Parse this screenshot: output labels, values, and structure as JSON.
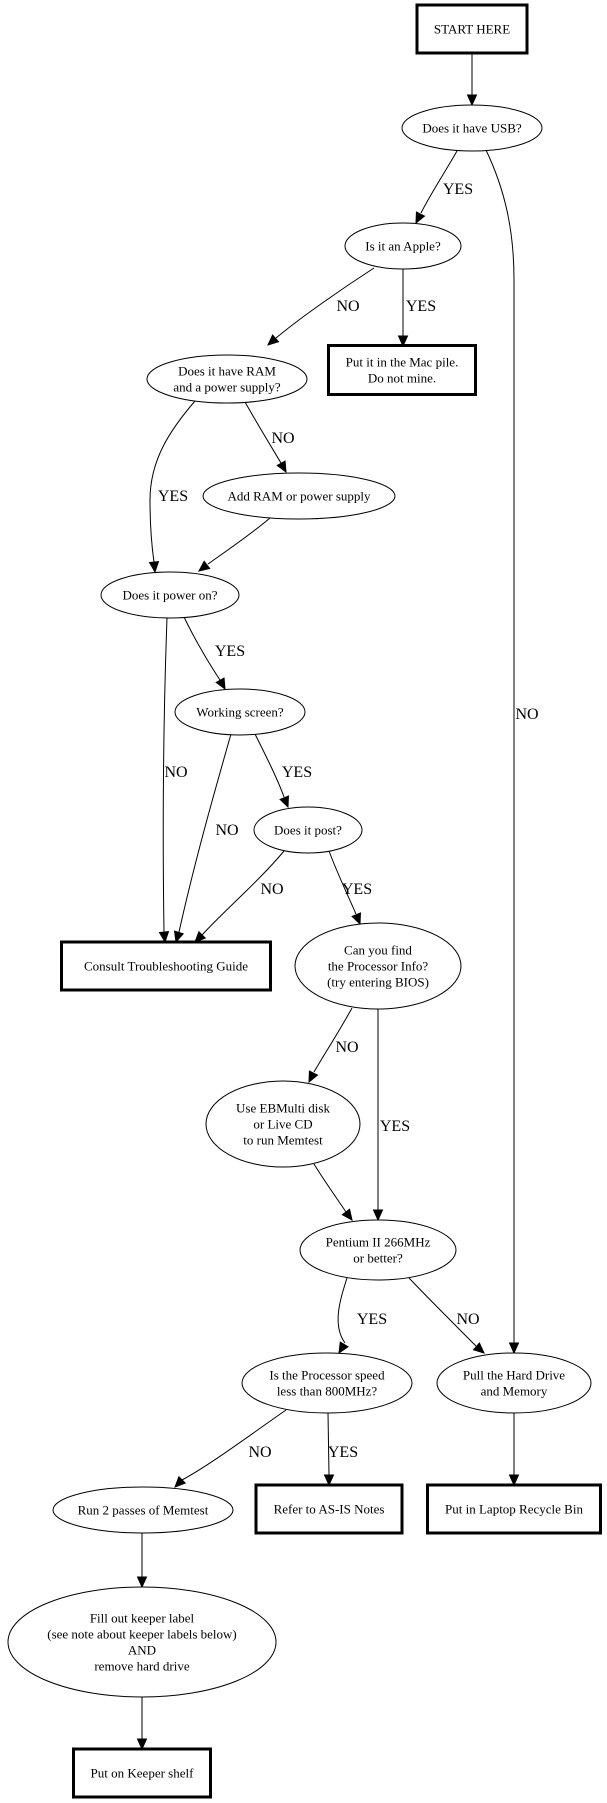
{
  "title": "Computer sorting flowchart",
  "nodes": [
    {
      "id": "start",
      "shape": "box",
      "lines": [
        "START HERE"
      ]
    },
    {
      "id": "usb",
      "shape": "ellipse",
      "lines": [
        "Does it have USB?"
      ]
    },
    {
      "id": "apple",
      "shape": "ellipse",
      "lines": [
        "Is it an Apple?"
      ]
    },
    {
      "id": "mac",
      "shape": "box",
      "lines": [
        "Put it in the Mac pile.",
        "Do not mine."
      ]
    },
    {
      "id": "ram",
      "shape": "ellipse",
      "lines": [
        "Does it have RAM",
        "and a power supply?"
      ]
    },
    {
      "id": "addram",
      "shape": "ellipse",
      "lines": [
        "Add RAM or power supply"
      ]
    },
    {
      "id": "power",
      "shape": "ellipse",
      "lines": [
        "Does it power on?"
      ]
    },
    {
      "id": "screen",
      "shape": "ellipse",
      "lines": [
        "Working screen?"
      ]
    },
    {
      "id": "post",
      "shape": "ellipse",
      "lines": [
        "Does it post?"
      ]
    },
    {
      "id": "trouble",
      "shape": "box",
      "lines": [
        "Consult Troubleshooting Guide"
      ]
    },
    {
      "id": "procinfo",
      "shape": "ellipse",
      "lines": [
        "Can you find",
        "the Processor Info?",
        "(try entering BIOS)"
      ]
    },
    {
      "id": "ebmulti",
      "shape": "ellipse",
      "lines": [
        "Use EBMulti disk",
        "or Live CD",
        "to run Memtest"
      ]
    },
    {
      "id": "pentium",
      "shape": "ellipse",
      "lines": [
        "Pentium II 266MHz",
        "or better?"
      ]
    },
    {
      "id": "speed",
      "shape": "ellipse",
      "lines": [
        "Is the Processor speed",
        "less than 800MHz?"
      ]
    },
    {
      "id": "pull",
      "shape": "ellipse",
      "lines": [
        "Pull the Hard Drive",
        "and Memory"
      ]
    },
    {
      "id": "memtest",
      "shape": "ellipse",
      "lines": [
        "Run 2 passes of Memtest"
      ]
    },
    {
      "id": "asis",
      "shape": "box",
      "lines": [
        "Refer to AS-IS Notes"
      ]
    },
    {
      "id": "recycle",
      "shape": "box",
      "lines": [
        "Put in Laptop Recycle Bin"
      ]
    },
    {
      "id": "keeperlabel",
      "shape": "ellipse",
      "lines": [
        "Fill out keeper label",
        "(see note about keeper labels below)",
        "AND",
        "remove hard drive"
      ]
    },
    {
      "id": "keepershelf",
      "shape": "box",
      "lines": [
        "Put on Keeper shelf"
      ]
    }
  ],
  "edges": [
    {
      "from": "start",
      "to": "usb",
      "label": ""
    },
    {
      "from": "usb",
      "to": "apple",
      "label": "YES"
    },
    {
      "from": "usb",
      "to": "pull",
      "label": "NO"
    },
    {
      "from": "apple",
      "to": "ram",
      "label": "NO"
    },
    {
      "from": "apple",
      "to": "mac",
      "label": "YES"
    },
    {
      "from": "ram",
      "to": "power",
      "label": "YES"
    },
    {
      "from": "ram",
      "to": "addram",
      "label": "NO"
    },
    {
      "from": "addram",
      "to": "power",
      "label": ""
    },
    {
      "from": "power",
      "to": "trouble",
      "label": "NO"
    },
    {
      "from": "power",
      "to": "screen",
      "label": "YES"
    },
    {
      "from": "screen",
      "to": "trouble",
      "label": "NO"
    },
    {
      "from": "screen",
      "to": "post",
      "label": "YES"
    },
    {
      "from": "post",
      "to": "trouble",
      "label": "NO"
    },
    {
      "from": "post",
      "to": "procinfo",
      "label": "YES"
    },
    {
      "from": "procinfo",
      "to": "ebmulti",
      "label": "NO"
    },
    {
      "from": "procinfo",
      "to": "pentium",
      "label": "YES"
    },
    {
      "from": "ebmulti",
      "to": "pentium",
      "label": ""
    },
    {
      "from": "pentium",
      "to": "speed",
      "label": "YES"
    },
    {
      "from": "pentium",
      "to": "pull",
      "label": "NO"
    },
    {
      "from": "speed",
      "to": "memtest",
      "label": "NO"
    },
    {
      "from": "speed",
      "to": "asis",
      "label": "YES"
    },
    {
      "from": "pull",
      "to": "recycle",
      "label": ""
    },
    {
      "from": "memtest",
      "to": "keeperlabel",
      "label": ""
    },
    {
      "from": "keeperlabel",
      "to": "keepershelf",
      "label": ""
    }
  ]
}
